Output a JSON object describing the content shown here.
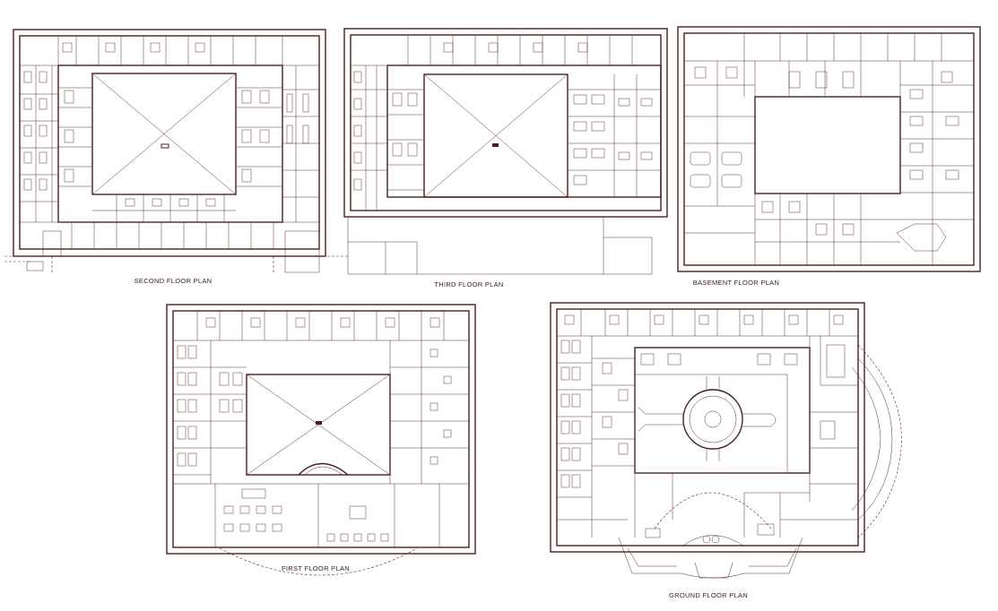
{
  "drawing": {
    "line_color": "#4a1f1f",
    "background": "#ffffff"
  },
  "plans": [
    {
      "id": "second",
      "label": "SECOND FLOOR PLAN"
    },
    {
      "id": "third",
      "label": "THIRD FLOOR PLAN"
    },
    {
      "id": "basement",
      "label": "BASEMENT  FLOOR PLAN"
    },
    {
      "id": "first",
      "label": "FIRST  FLOOR PLAN"
    },
    {
      "id": "ground",
      "label": "GROUND FLOOR PLAN"
    }
  ]
}
